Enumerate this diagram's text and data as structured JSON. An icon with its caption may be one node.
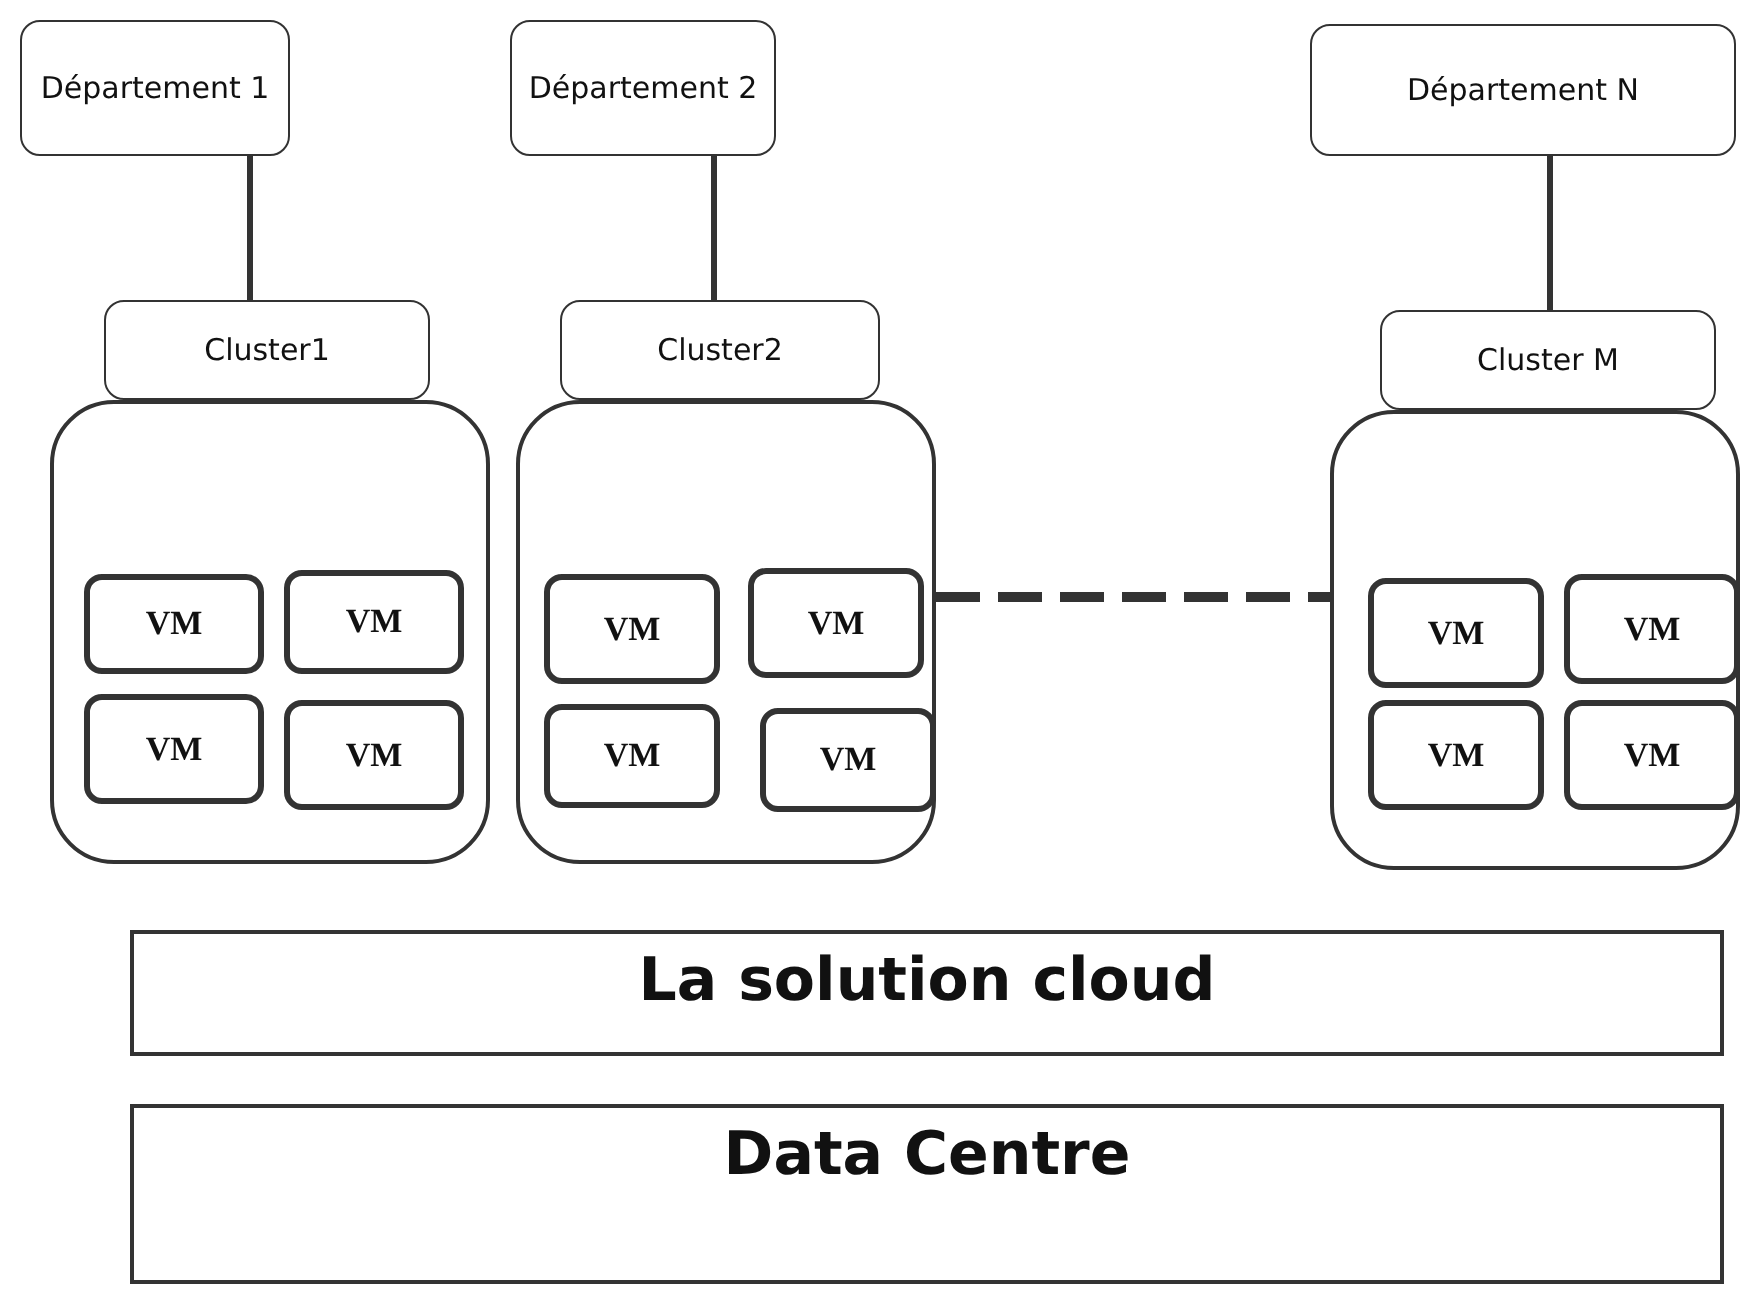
{
  "diagram": {
    "nodes": [
      {
        "text": [
          "Département 1"
        ]
      },
      {
        "text": [
          "Département 2"
        ]
      },
      {
        "text": [
          "Département N"
        ]
      },
      {
        "text": [
          "Cluster1"
        ]
      },
      {
        "text": [
          "Cluster2"
        ]
      },
      {
        "text": [
          "Cluster M"
        ]
      },
      {
        "text": [],
        "shape": "box"
      },
      {
        "text": [
          "VM"
        ],
        "in": 6
      },
      {
        "text": [
          "VM"
        ],
        "in": 6
      },
      {
        "text": [
          "VM"
        ],
        "in": 6
      },
      {
        "text": [
          "VM"
        ],
        "in": 6
      },
      {
        "text": [],
        "shape": "box"
      },
      {
        "text": [
          "VM"
        ],
        "in": 11
      },
      {
        "text": [
          "VM"
        ],
        "in": 11
      },
      {
        "text": [
          "VM"
        ],
        "in": 11
      },
      {
        "text": [
          "VM"
        ],
        "in": 11
      },
      {
        "text": [],
        "shape": "box"
      },
      {
        "text": [
          "VM"
        ],
        "in": 16
      },
      {
        "text": [
          "VM"
        ],
        "in": 16
      },
      {
        "text": [
          "VM"
        ],
        "in": 16
      },
      {
        "text": [
          "VM"
        ],
        "in": 16
      },
      {
        "text": [
          "La solution cloud"
        ]
      },
      {
        "text": [
          "Data Centre"
        ]
      }
    ],
    "edges": [
      {
        "from": 0,
        "to": 3,
        "arrow": "none"
      },
      {
        "from": 1,
        "to": 4,
        "arrow": "none"
      },
      {
        "from": 2,
        "to": 5,
        "arrow": "none"
      },
      {
        "from": 11,
        "to": 16,
        "arrow": "none",
        "style": "dashed"
      }
    ]
  }
}
